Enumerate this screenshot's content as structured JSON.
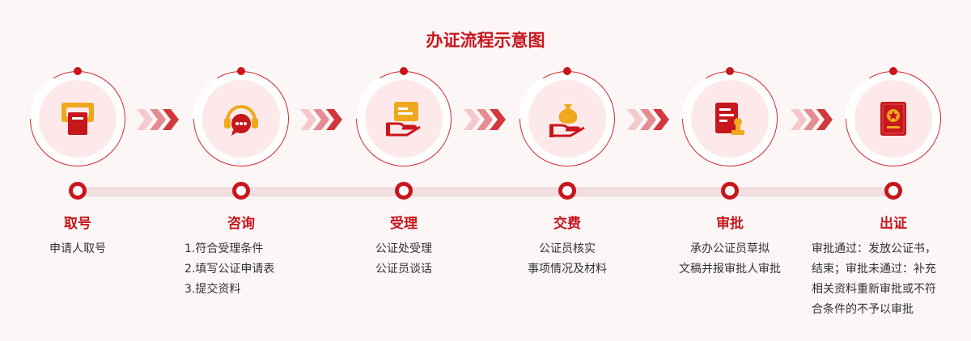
{
  "title": "办证流程示意图",
  "steps": [
    {
      "name": "取号",
      "icon": "ticket-machine-icon",
      "desc": [
        "申请人取号"
      ]
    },
    {
      "name": "咨询",
      "icon": "headset-chat-icon",
      "desc": [
        "1.符合受理条件",
        "2.填写公证申请表",
        "3.提交资料"
      ]
    },
    {
      "name": "受理",
      "icon": "hand-document-icon",
      "desc": [
        "公证处受理",
        "公证员谈话"
      ]
    },
    {
      "name": "交费",
      "icon": "hand-money-bag-icon",
      "desc": [
        "公证员核实",
        "事项情况及材料"
      ]
    },
    {
      "name": "审批",
      "icon": "document-stamp-icon",
      "desc": [
        "承办公证员草拟",
        "文稿并报审批人审批"
      ]
    },
    {
      "name": "出证",
      "icon": "certificate-book-icon",
      "desc": [
        "审批通过：发放公证书，",
        "结束；审批未通过：补充",
        "相关资料重新审批或不符",
        "合条件的不予以审批"
      ]
    }
  ],
  "colors": {
    "accent": "#c8161d",
    "icon_yellow": "#f0a81c",
    "background": "#fdf6f6"
  }
}
